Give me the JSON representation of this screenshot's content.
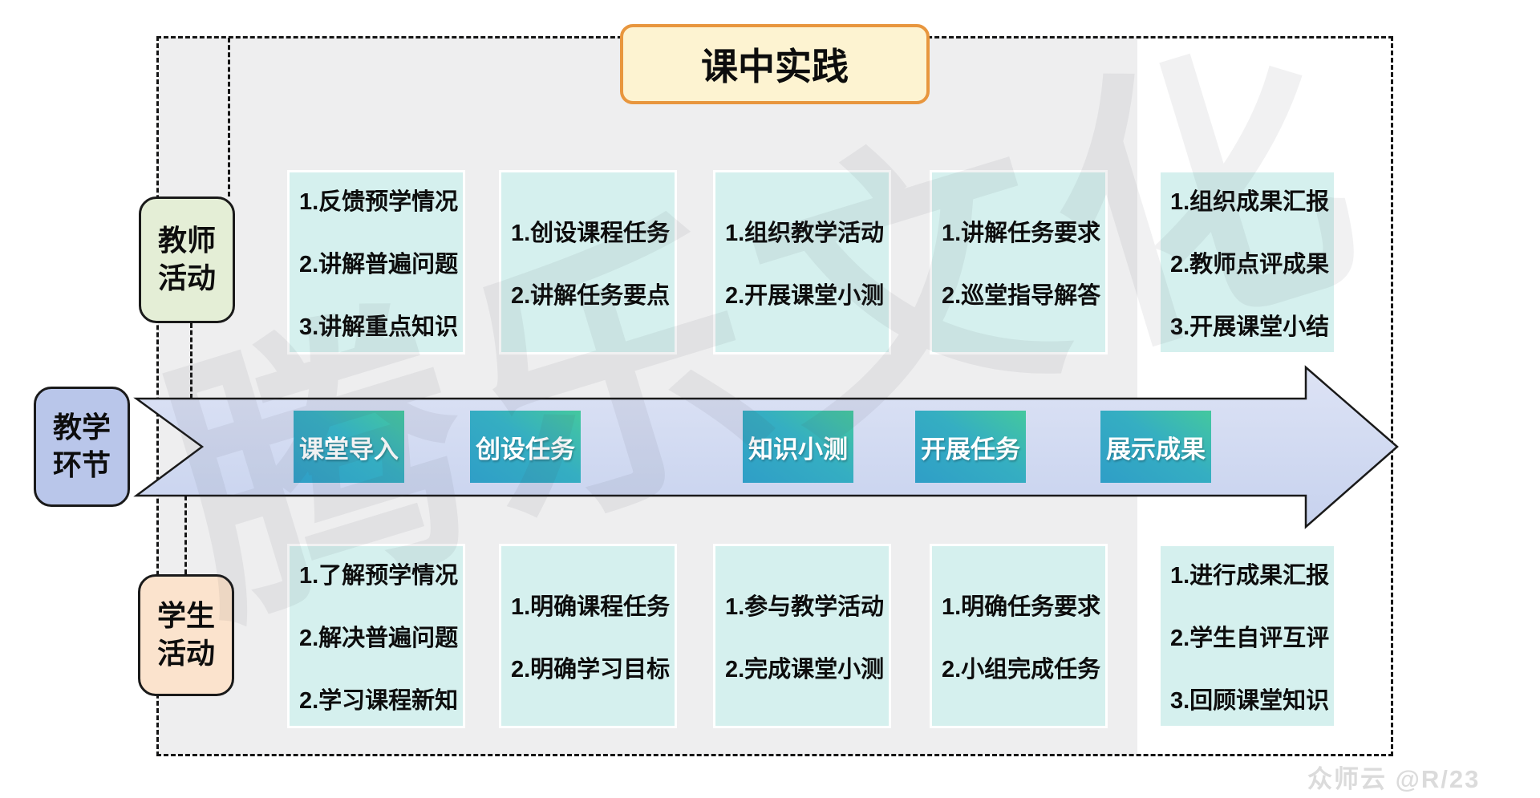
{
  "frame_title": "课中实践",
  "labels": {
    "teacher": [
      "教师",
      "活动"
    ],
    "stage": [
      "教学",
      "环节"
    ],
    "student": [
      "学生",
      "活动"
    ]
  },
  "stages": [
    "课堂导入",
    "创设任务",
    "知识小测",
    "开展任务",
    "展示成果"
  ],
  "teacher_boxes": [
    [
      "1.反馈预学情况",
      "2.讲解普遍问题",
      "3.讲解重点知识"
    ],
    [
      "1.创设课程任务",
      "2.讲解任务要点"
    ],
    [
      "1.组织教学活动",
      "2.开展课堂小测"
    ],
    [
      "1.讲解任务要求",
      "2.巡堂指导解答"
    ],
    [
      "1.组织成果汇报",
      "2.教师点评成果",
      "3.开展课堂小结"
    ]
  ],
  "student_boxes": [
    [
      "1.了解预学情况",
      "2.解决普遍问题",
      "2.学习课程新知"
    ],
    [
      "1.明确课程任务",
      "2.明确学习目标"
    ],
    [
      "1.参与教学活动",
      "2.完成课堂小测"
    ],
    [
      "1.明确任务要求",
      "2.小组完成任务"
    ],
    [
      "1.进行成果汇报",
      "2.学生自评互评",
      "3.回顾课堂知识"
    ]
  ],
  "watermark": {
    "brand": "腾乐文化",
    "credit": "众师云 @R/23"
  },
  "colors": {
    "frame_bg": "#eeeeef",
    "activity_box": "#d5f0ee",
    "label_teacher": "#e4eed6",
    "label_stage": "#b9c6ea",
    "label_student": "#fbe3cd",
    "arrow_band_top": "#dde3f5",
    "arrow_band_bottom": "#c7d2ee",
    "stage_gradient_start": "#44c89e",
    "stage_gradient_end": "#2f9ec7",
    "title_fill": "#fdf3d1",
    "title_border": "#e8963e"
  }
}
